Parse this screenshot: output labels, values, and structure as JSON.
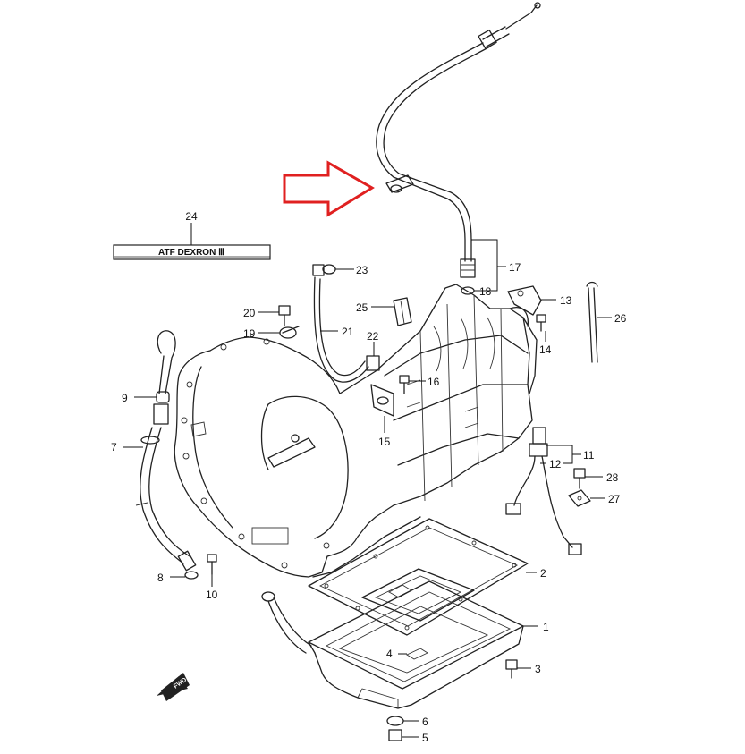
{
  "label_plate": {
    "number": "24",
    "text": "ATF DEXRON Ⅲ"
  },
  "front_marker": {
    "text": "FWD"
  },
  "highlight_arrow": {
    "color": "#e02020"
  },
  "callouts": [
    {
      "id": "1",
      "text": "1"
    },
    {
      "id": "2",
      "text": "2"
    },
    {
      "id": "3",
      "text": "3"
    },
    {
      "id": "4",
      "text": "4"
    },
    {
      "id": "5",
      "text": "5"
    },
    {
      "id": "6",
      "text": "6"
    },
    {
      "id": "7",
      "text": "7"
    },
    {
      "id": "8",
      "text": "8"
    },
    {
      "id": "9",
      "text": "9"
    },
    {
      "id": "10",
      "text": "10"
    },
    {
      "id": "11",
      "text": "11"
    },
    {
      "id": "12",
      "text": "12"
    },
    {
      "id": "13",
      "text": "13"
    },
    {
      "id": "14",
      "text": "14"
    },
    {
      "id": "15",
      "text": "15"
    },
    {
      "id": "16",
      "text": "16"
    },
    {
      "id": "17",
      "text": "17"
    },
    {
      "id": "18",
      "text": "18"
    },
    {
      "id": "19",
      "text": "19"
    },
    {
      "id": "20",
      "text": "20"
    },
    {
      "id": "21",
      "text": "21"
    },
    {
      "id": "22",
      "text": "22"
    },
    {
      "id": "23",
      "text": "23"
    },
    {
      "id": "25",
      "text": "25"
    },
    {
      "id": "26",
      "text": "26"
    },
    {
      "id": "27",
      "text": "27"
    },
    {
      "id": "28",
      "text": "28"
    }
  ]
}
